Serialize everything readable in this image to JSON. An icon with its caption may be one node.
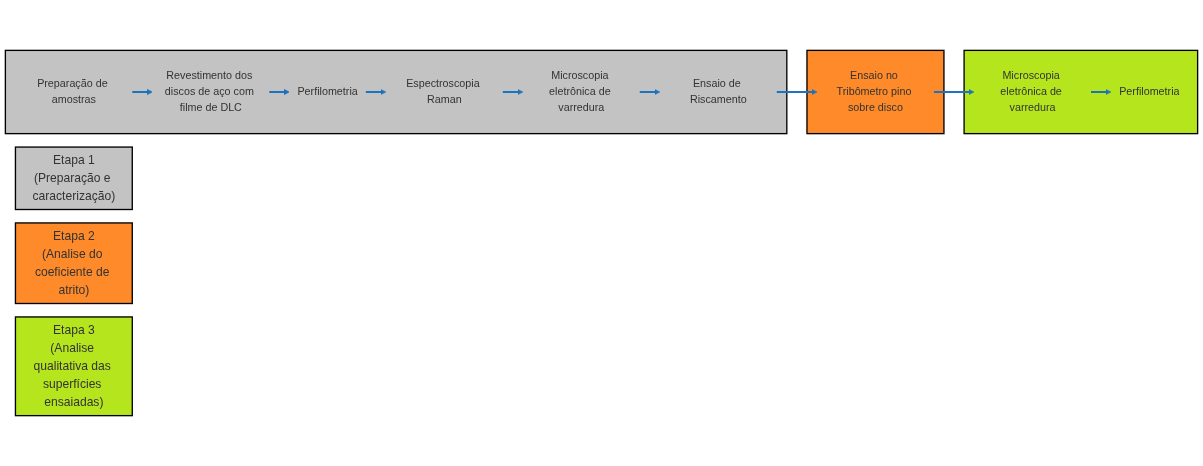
{
  "diagram": {
    "nodes": [
      {
        "text": [
          "Etapa 1",
          "(Preparação e caracterização)"
        ]
      },
      {
        "text": [],
        "shape": "box"
      },
      {
        "text": [
          "Preparação de amostras"
        ],
        "in": 1
      },
      {
        "text": [
          "Revestimento dos discos de aço com filme de DLC"
        ],
        "in": 1
      },
      {
        "text": [
          "Perfilometria"
        ],
        "in": 1
      },
      {
        "text": [
          "Espectroscopia Raman"
        ],
        "in": 1
      },
      {
        "text": [
          "Microscopia eletrônica de varredura"
        ],
        "in": 1
      },
      {
        "text": [
          "Ensaio de Riscamento"
        ],
        "in": 1
      },
      {
        "text": [
          "Etapa 2",
          "(Analise do coeficiente de atrito)"
        ]
      },
      {
        "text": [],
        "shape": "box"
      },
      {
        "text": [
          "Ensaio no Tribômetro pino sobre disco"
        ],
        "in": 9
      },
      {
        "text": [
          "Etapa 3",
          "(Analise qualitativa das superfícies ensaiadas)"
        ]
      },
      {
        "text": [],
        "shape": "box"
      },
      {
        "text": [
          "Microscopia eletrônica de varredura"
        ],
        "in": 12
      },
      {
        "text": [
          "Perfilometria"
        ],
        "in": 12
      }
    ],
    "edges": [
      {
        "from": 2,
        "to": 3,
        "arrow": "to"
      },
      {
        "from": 3,
        "to": 4,
        "arrow": "to"
      },
      {
        "from": 4,
        "to": 5,
        "arrow": "to"
      },
      {
        "from": 5,
        "to": 6,
        "arrow": "to"
      },
      {
        "from": 6,
        "to": 7,
        "arrow": "to"
      },
      {
        "from": 7,
        "to": 10,
        "arrow": "to"
      },
      {
        "from": 10,
        "to": 13,
        "arrow": "to"
      },
      {
        "from": 13,
        "to": 14,
        "arrow": "to"
      }
    ]
  }
}
